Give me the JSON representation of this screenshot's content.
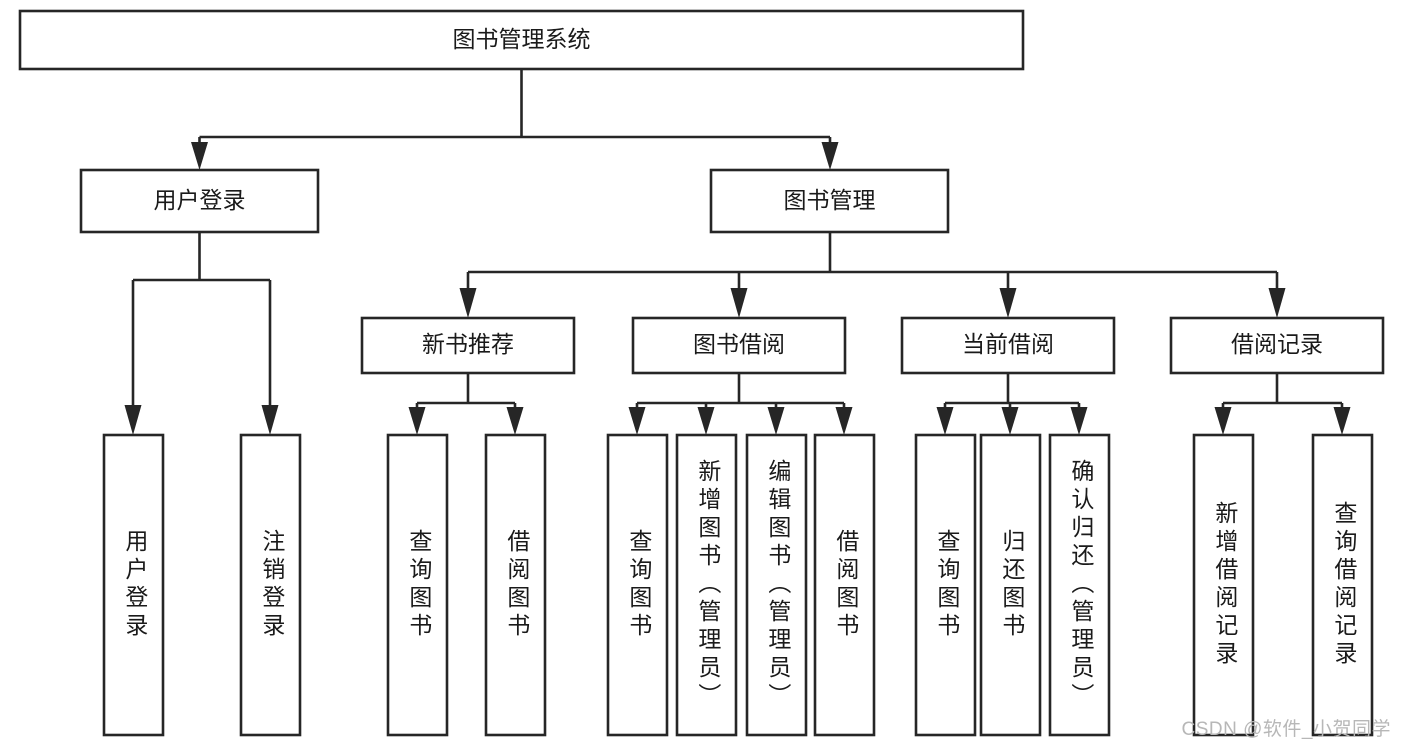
{
  "diagram": {
    "type": "tree-hierarchy",
    "title_node": {
      "id": "root",
      "label": "图书管理系统"
    },
    "level2": [
      {
        "id": "user-login",
        "label": "用户登录"
      },
      {
        "id": "book-manage",
        "label": "图书管理"
      }
    ],
    "level3": [
      {
        "id": "new-book-rec",
        "label": "新书推荐",
        "parent": "book-manage"
      },
      {
        "id": "book-borrow",
        "label": "图书借阅",
        "parent": "book-manage"
      },
      {
        "id": "current-borrow",
        "label": "当前借阅",
        "parent": "book-manage"
      },
      {
        "id": "borrow-record",
        "label": "借阅记录",
        "parent": "book-manage"
      }
    ],
    "leaves": [
      {
        "id": "leaf-user-login",
        "label": "用户登录",
        "parent": "user-login"
      },
      {
        "id": "leaf-user-logout",
        "label": "注销登录",
        "parent": "user-login"
      },
      {
        "id": "leaf-query-book-1",
        "label": "查询图书",
        "parent": "new-book-rec"
      },
      {
        "id": "leaf-borrow-book-1",
        "label": "借阅图书",
        "parent": "new-book-rec"
      },
      {
        "id": "leaf-query-book-2",
        "label": "查询图书",
        "parent": "book-borrow"
      },
      {
        "id": "leaf-add-book",
        "label": "新增图书（管理员）",
        "parent": "book-borrow"
      },
      {
        "id": "leaf-edit-book",
        "label": "编辑图书（管理员）",
        "parent": "book-borrow"
      },
      {
        "id": "leaf-borrow-book-2",
        "label": "借阅图书",
        "parent": "book-borrow"
      },
      {
        "id": "leaf-query-book-3",
        "label": "查询图书",
        "parent": "current-borrow"
      },
      {
        "id": "leaf-return-book",
        "label": "归还图书",
        "parent": "current-borrow"
      },
      {
        "id": "leaf-confirm-return",
        "label": "确认归还（管理员）",
        "parent": "current-borrow"
      },
      {
        "id": "leaf-add-record",
        "label": "新增借阅记录",
        "parent": "borrow-record"
      },
      {
        "id": "leaf-query-record",
        "label": "查询借阅记录",
        "parent": "borrow-record"
      }
    ],
    "colors": {
      "stroke": "#262626",
      "fill": "#ffffff",
      "text": "#1a1a1a",
      "watermark": "#b7b7b7"
    }
  },
  "watermark": {
    "text": "CSDN @软件_小贺同学"
  }
}
